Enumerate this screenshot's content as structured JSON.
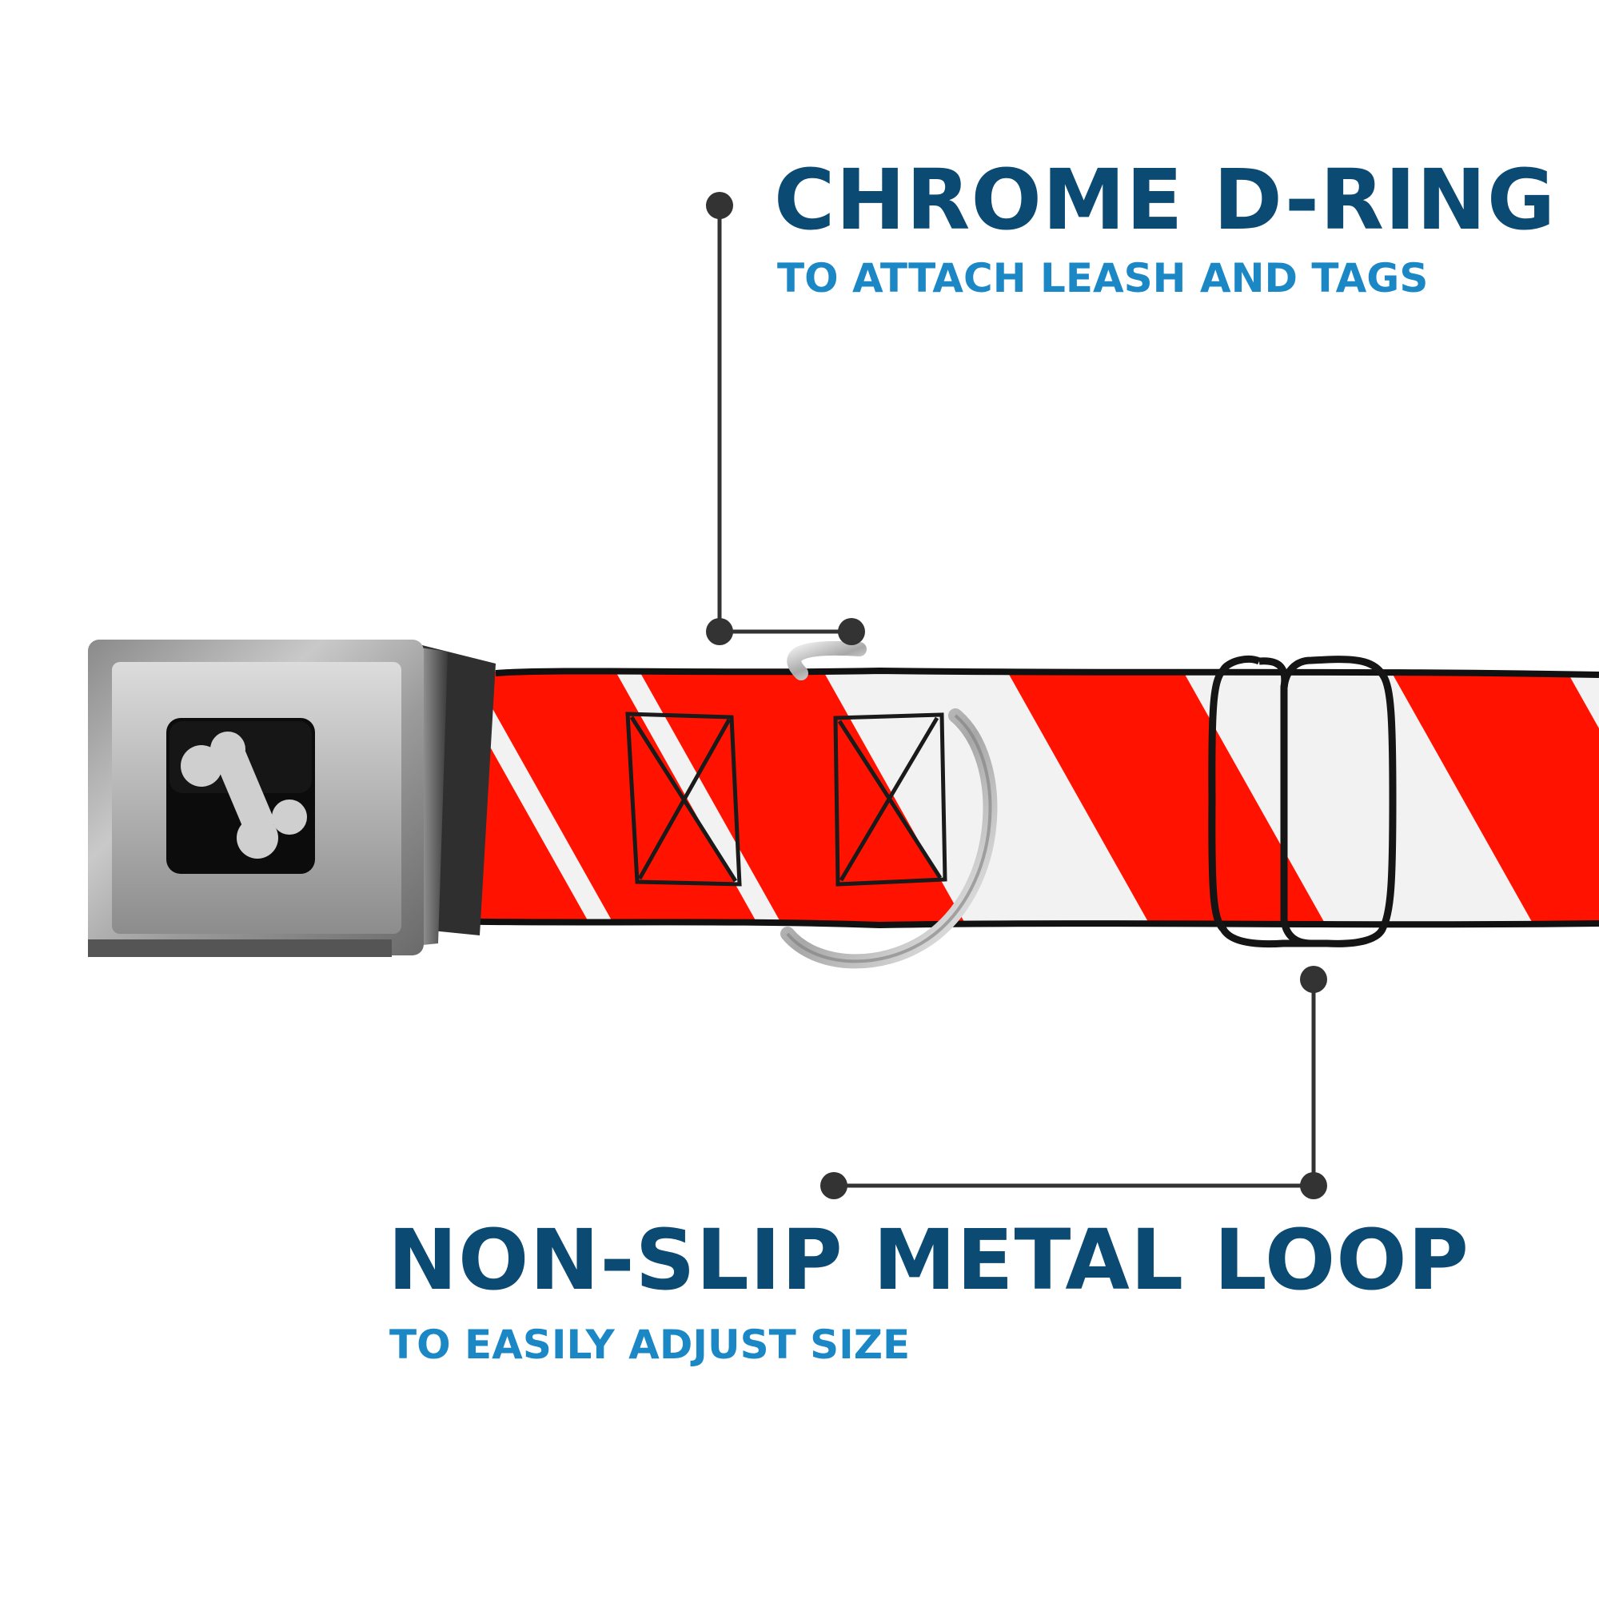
{
  "colors": {
    "title": "#0b4a73",
    "subtitle": "#1b88c5",
    "stripe_red": "#ff1300",
    "stripe_white": "#f2f2f2",
    "leader_line": "#333333",
    "hardware_black": "#111111"
  },
  "callouts": {
    "dring": {
      "title": "CHROME D-RING",
      "subtitle": "TO ATTACH LEASH AND TAGS"
    },
    "loop": {
      "title": "NON-SLIP METAL LOOP",
      "subtitle": "TO EASILY ADJUST SIZE"
    }
  },
  "product": {
    "buckle_icon": "bone-icon",
    "pattern": "red-white-diagonal-stripes"
  }
}
